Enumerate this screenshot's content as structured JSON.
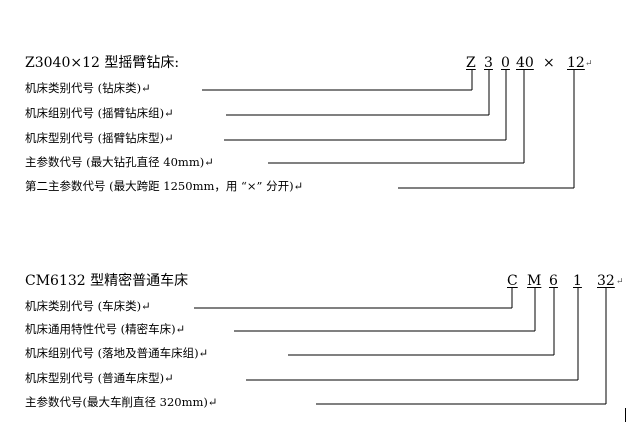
{
  "section1": {
    "title": "Z3040×12 型摇臂钻床:",
    "code_parts": [
      "Z",
      "3",
      "0",
      "40",
      "×",
      "12"
    ],
    "para_mark": "↵",
    "rows": [
      "机床类别代号 (钻床类)↵",
      "机床组别代号 (摇臂钻床组)↵",
      "机床型别代号 (摇臂钻床型)↵",
      "主参数代号 (最大钻孔直径 40mm)↵",
      "第二主参数代号 (最大跨距 1250mm，用 “×” 分开)↵"
    ]
  },
  "section2": {
    "title": "CM6132 型精密普通车床",
    "code_parts": [
      "C",
      "M",
      "6",
      "1",
      "32"
    ],
    "para_mark": "↵",
    "rows": [
      "机床类别代号 (车床类)↵",
      "机床通用特性代号 (精密车床)↵",
      "机床组别代号 (落地及普通车床组)↵",
      "机床型别代号 (普通车床型)↵",
      "主参数代号(最大车削直径 320mm)↵"
    ]
  }
}
